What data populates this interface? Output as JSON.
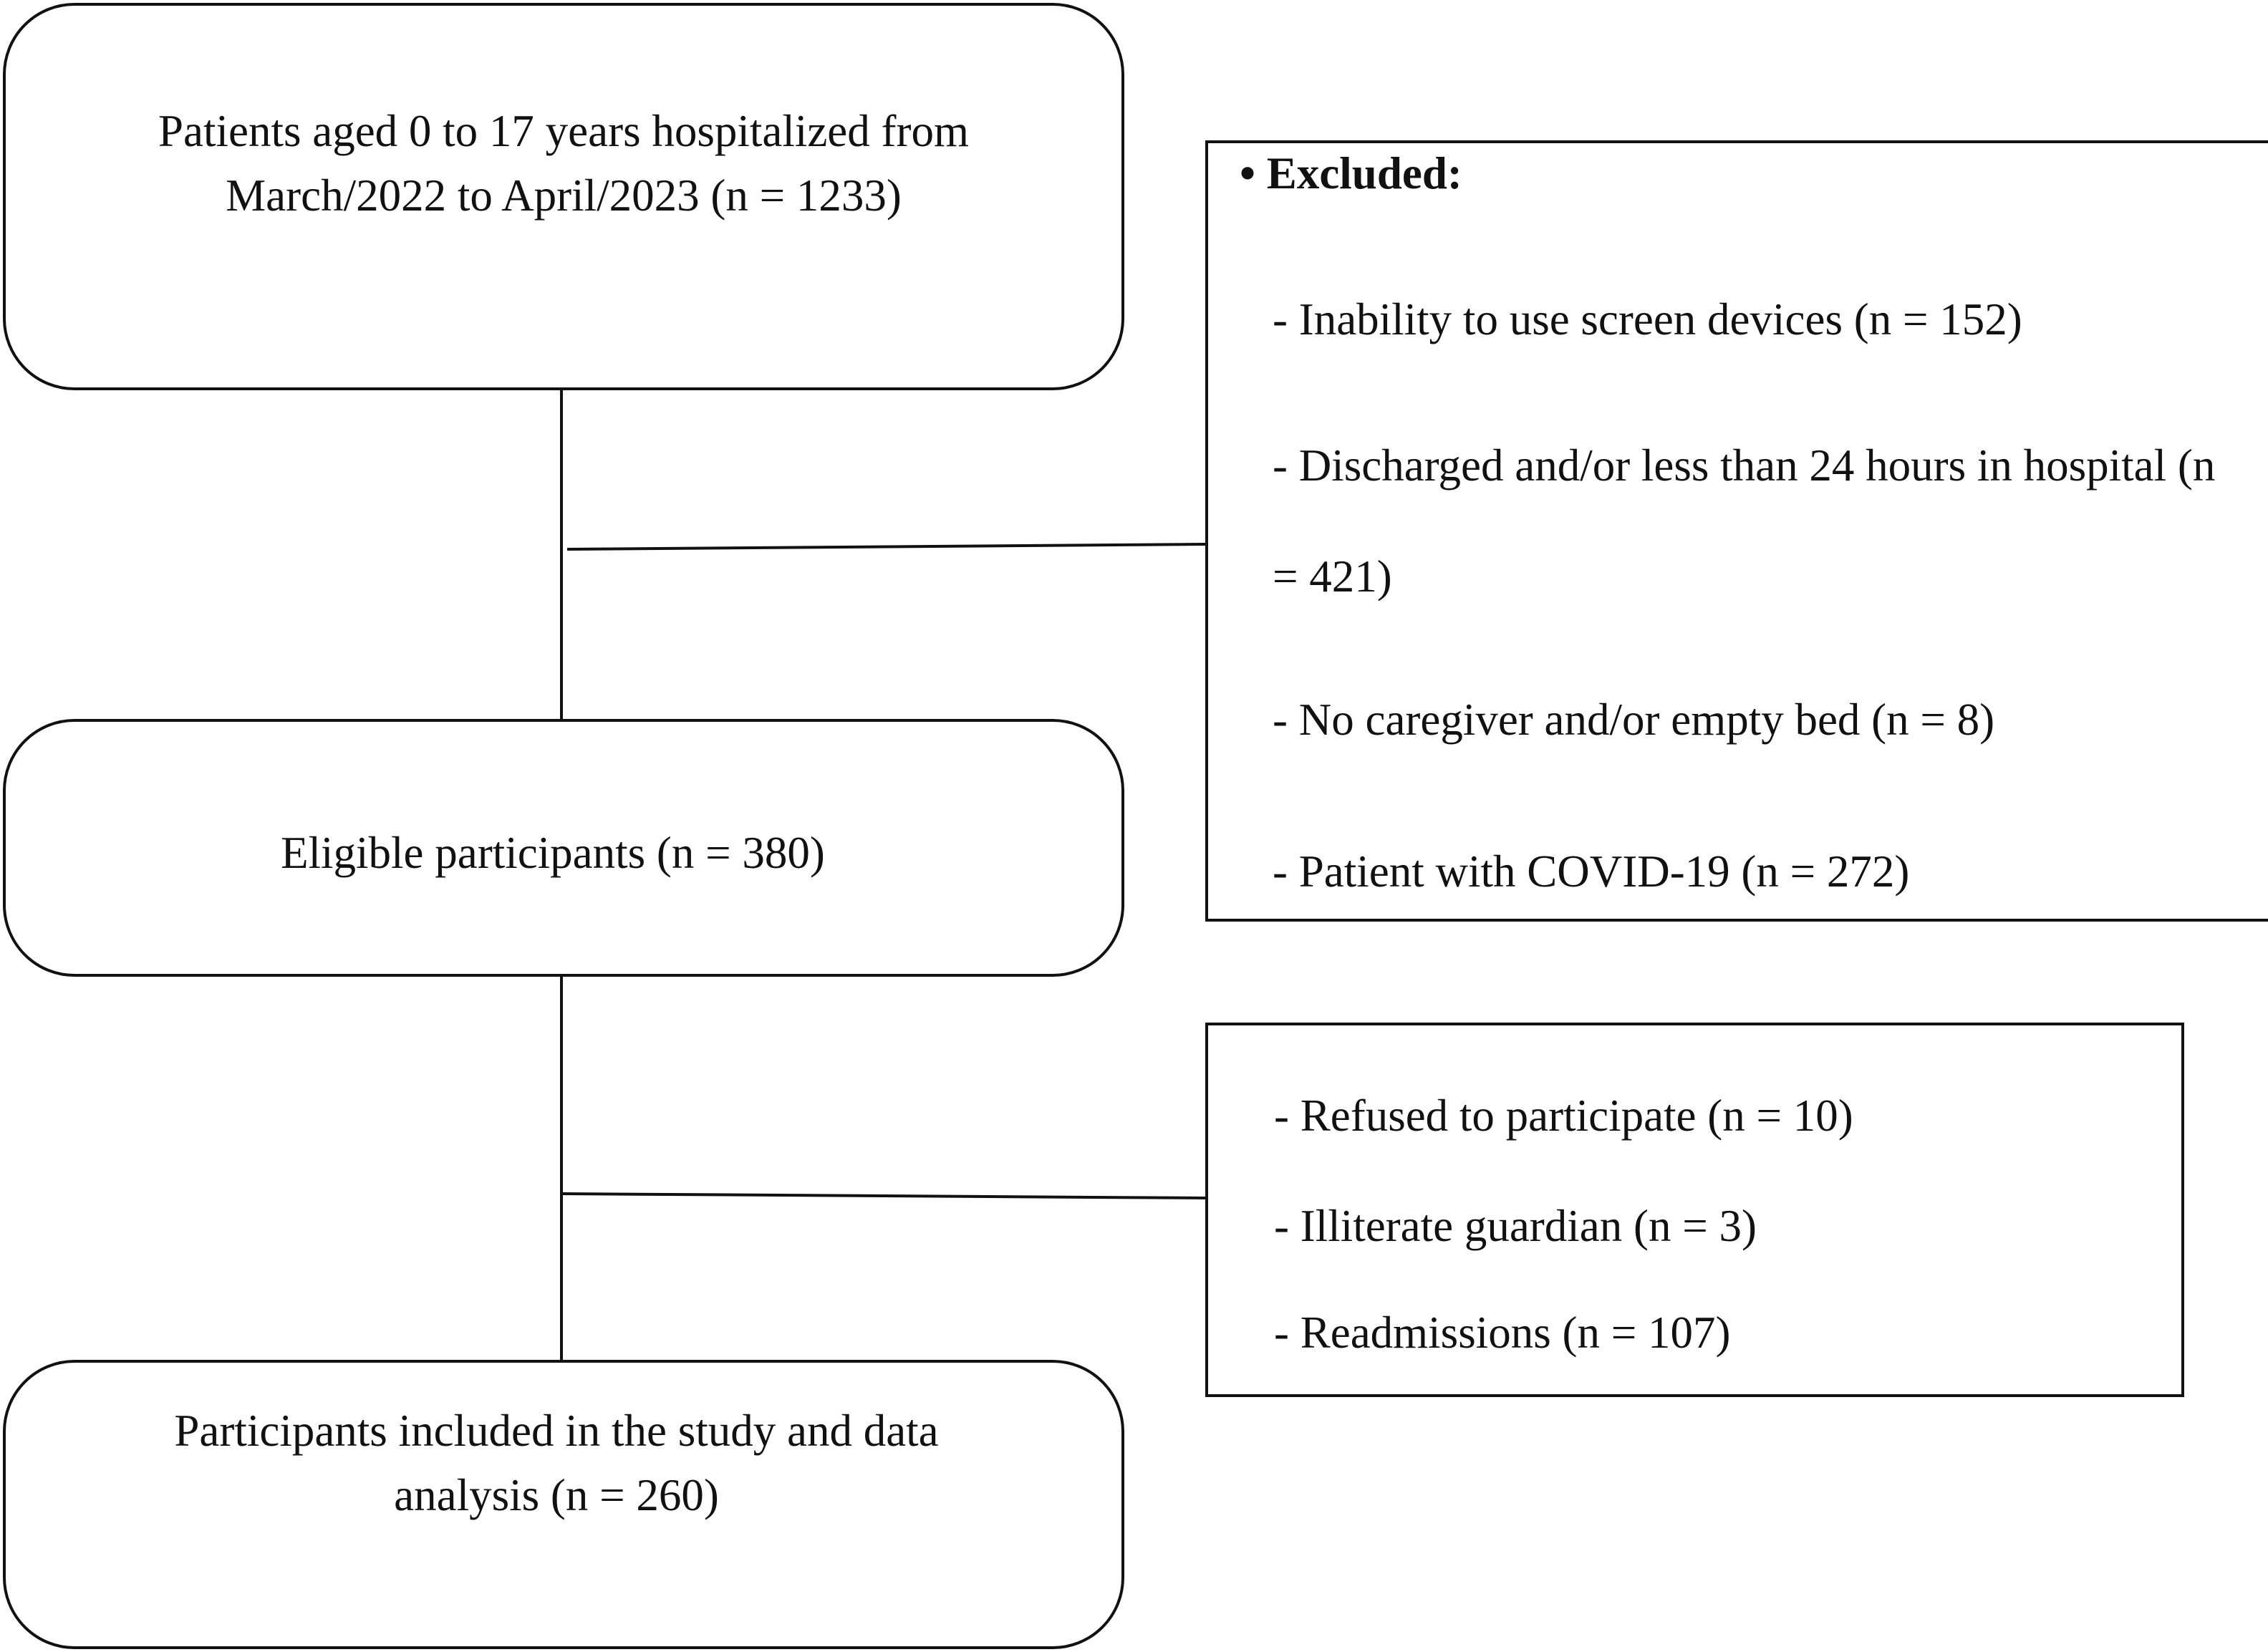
{
  "boxes": {
    "population": {
      "line1": "Patients aged 0 to 17 years hospitalized from",
      "line2": "March/2022 to April/2023 (n = 1233)"
    },
    "eligible": {
      "text": "Eligible participants (n = 380)"
    },
    "included": {
      "line1": "Participants included in the study and data",
      "line2": "analysis (n = 260)"
    }
  },
  "exclusion_1": {
    "heading": "• Excluded:",
    "items": [
      "- Inability to use screen devices (n = 152)",
      "- Discharged and/or less than 24 hours in hospital (n",
      "= 421)",
      "- No caregiver and/or empty bed (n = 8)",
      "- Patient with COVID-19 (n = 272)"
    ]
  },
  "exclusion_2": {
    "items": [
      "- Refused to participate (n = 10)",
      "- Illiterate guardian (n = 3)",
      "- Readmissions (n = 107)"
    ]
  }
}
